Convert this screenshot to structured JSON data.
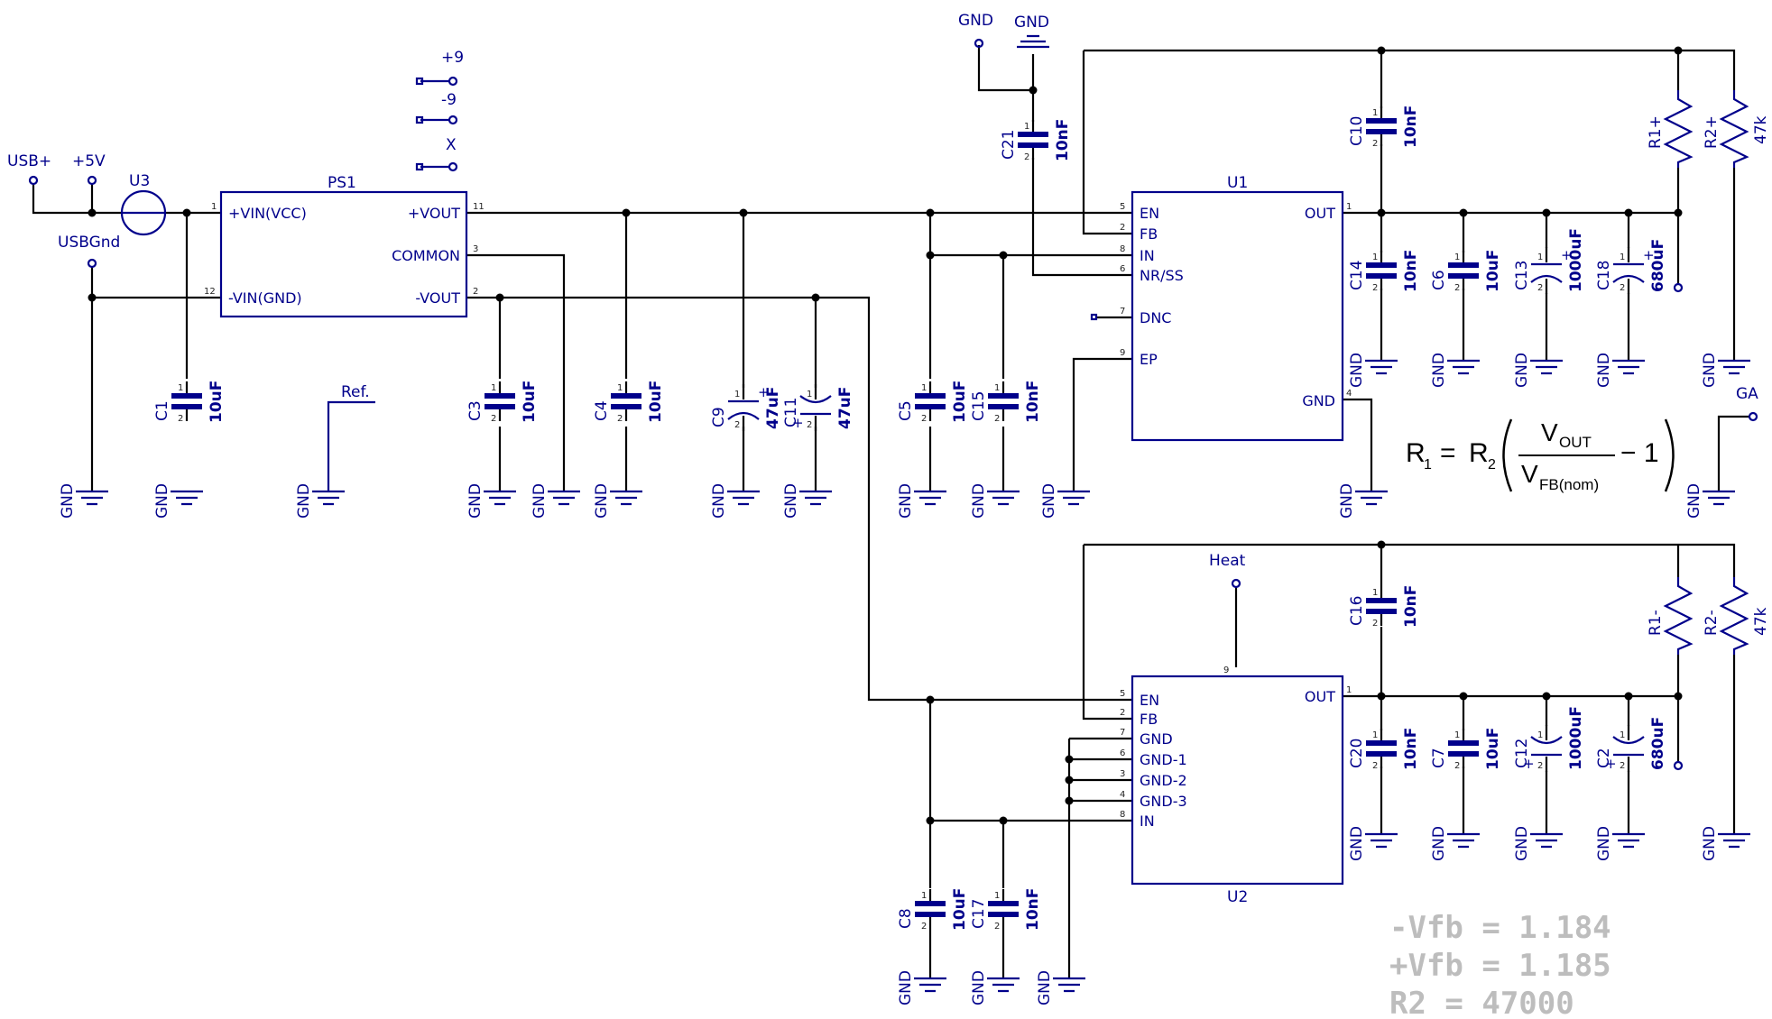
{
  "ports": {
    "usb_plus": "USB+",
    "plus5v": "+5V",
    "usbgnd": "USBGnd",
    "plus9": "+9",
    "minus9": "-9",
    "x": "X",
    "ref": "Ref.",
    "heat": "Heat",
    "ga": "GA",
    "gnd_top1": "GND",
    "gnd_top2": "GND"
  },
  "gnd_label": "GND",
  "parts": {
    "u3": "U3",
    "ps1": {
      "name": "PS1",
      "vin_vcc": "+VIN(VCC)",
      "vin_gnd": "-VIN(GND)",
      "vout_p": "+VOUT",
      "common": "COMMON",
      "vout_n": "-VOUT",
      "pins": [
        "1",
        "12",
        "11",
        "3",
        "2"
      ]
    },
    "u1": {
      "name": "U1",
      "left": [
        "EN",
        "FB",
        "IN",
        "NR/SS",
        "DNC",
        "EP"
      ],
      "left_pins": [
        "5",
        "2",
        "8",
        "6",
        "7",
        "9"
      ],
      "out": "OUT",
      "gnd": "GND",
      "out_pin": "1",
      "gnd_pin": "4"
    },
    "u2": {
      "name": "U2",
      "left": [
        "EN",
        "FB",
        "GND",
        "GND-1",
        "GND-2",
        "GND-3",
        "IN"
      ],
      "left_pins": [
        "5",
        "2",
        "7",
        "6",
        "3",
        "4",
        "8"
      ],
      "out": "OUT",
      "out_pin": "1",
      "heat_pin": "9"
    }
  },
  "caps": {
    "c1": [
      "C1",
      "10uF"
    ],
    "c3": [
      "C3",
      "10uF"
    ],
    "c4": [
      "C4",
      "10uF"
    ],
    "c9": [
      "C9",
      "47uF"
    ],
    "c11": [
      "C11",
      "47uF"
    ],
    "c5": [
      "C5",
      "10uF"
    ],
    "c15": [
      "C15",
      "10nF"
    ],
    "c21": [
      "C21",
      "10nF"
    ],
    "c10": [
      "C10",
      "10nF"
    ],
    "c14": [
      "C14",
      "10nF"
    ],
    "c6": [
      "C6",
      "10uF"
    ],
    "c13": [
      "C13",
      "1000uF"
    ],
    "c18": [
      "C18",
      "680uF"
    ],
    "c16": [
      "C16",
      "10nF"
    ],
    "c20": [
      "C20",
      "10nF"
    ],
    "c7": [
      "C7",
      "10uF"
    ],
    "c12": [
      "C12",
      "1000uF"
    ],
    "c2": [
      "C2",
      "680uF"
    ],
    "c8": [
      "C8",
      "10uF"
    ],
    "c17": [
      "C17",
      "10nF"
    ]
  },
  "resistors": {
    "r1p": "R1+",
    "r2p": [
      "R2+",
      "47k"
    ],
    "r1n": "R1-",
    "r2n": [
      "R2-",
      "47k"
    ]
  },
  "equation": {
    "r1": "R",
    "r1_sub": "1",
    "eq": "=",
    "r2": "R",
    "r2_sub": "2",
    "num": "V",
    "num_sub": "OUT",
    "den": "V",
    "den_sub": "FB(nom)",
    "minus_one": "− 1"
  },
  "notes": [
    "-Vfb = 1.184",
    "+Vfb = 1.185",
    "R2 = 47000"
  ],
  "colors": {
    "component": "#00008b",
    "wire": "#000000",
    "note": "#bdbdbd"
  }
}
